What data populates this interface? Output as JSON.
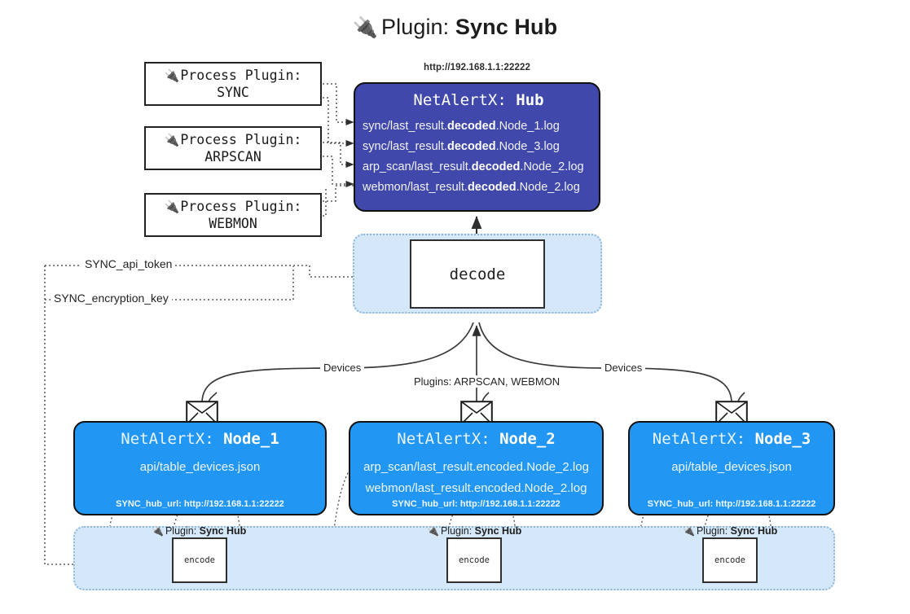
{
  "title": {
    "icon": "plug-icon",
    "prefix": "Plugin: ",
    "name": "Sync Hub"
  },
  "process_plugins": [
    {
      "icon": "plug-icon",
      "line1": "Process Plugin:",
      "line2": "SYNC"
    },
    {
      "icon": "plug-icon",
      "line1": "Process Plugin:",
      "line2": "ARPSCAN"
    },
    {
      "icon": "plug-icon",
      "line1": "Process Plugin:",
      "line2": "WEBMON"
    }
  ],
  "hub": {
    "url": "http://192.168.1.1:22222",
    "title_prefix": "NetAlertX: ",
    "title_name": "Hub",
    "lines": [
      {
        "pre": "sync/last_result.",
        "mid": "decoded",
        "post": ".Node_1.log"
      },
      {
        "pre": "sync/last_result.",
        "mid": "decoded",
        "post": ".Node_3.log"
      },
      {
        "pre": "arp_scan/last_result.",
        "mid": "decoded",
        "post": ".Node_2.log"
      },
      {
        "pre": "webmon/last_result.",
        "mid": "decoded",
        "post": ".Node_2.log"
      }
    ]
  },
  "decode": {
    "label": "decode"
  },
  "keys": {
    "api_token": "SYNC_api_token",
    "encryption_key": "SYNC_encryption_key"
  },
  "edge_labels": {
    "devices_left": "Devices",
    "devices_right": "Devices",
    "plugins_center": "Plugins: ARPSCAN, WEBMON"
  },
  "nodes": [
    {
      "title_prefix": "NetAlertX: ",
      "title_name": "Node_1",
      "lines": [
        "api/table_devices.json"
      ],
      "footer": "SYNC_hub_url: http://192.168.1.1:22222",
      "envelope_icon": "envelope-icon"
    },
    {
      "title_prefix": "NetAlertX: ",
      "title_name": "Node_2",
      "lines": [
        "arp_scan/last_result.encoded.Node_2.log",
        "webmon/last_result.encoded.Node_2.log"
      ],
      "footer": "SYNC_hub_url: http://192.168.1.1:22222",
      "envelope_icon": "envelope-icon"
    },
    {
      "title_prefix": "NetAlertX: ",
      "title_name": "Node_3",
      "lines": [
        "api/table_devices.json"
      ],
      "footer": "SYNC_hub_url: http://192.168.1.1:22222",
      "envelope_icon": "envelope-icon"
    }
  ],
  "encoders": [
    {
      "tag_prefix": "Plugin: ",
      "tag_name": "Sync Hub",
      "label": "encode",
      "icon": "plug-icon"
    },
    {
      "tag_prefix": "Plugin: ",
      "tag_name": "Sync Hub",
      "label": "encode",
      "icon": "plug-icon"
    },
    {
      "tag_prefix": "Plugin: ",
      "tag_name": "Sync Hub",
      "label": "encode",
      "icon": "plug-icon"
    }
  ],
  "colors": {
    "hub": "#4048ab",
    "node": "#2196f3",
    "group": "#d4e8fa",
    "group_border": "#8fb8d6",
    "stroke": "#333333"
  }
}
